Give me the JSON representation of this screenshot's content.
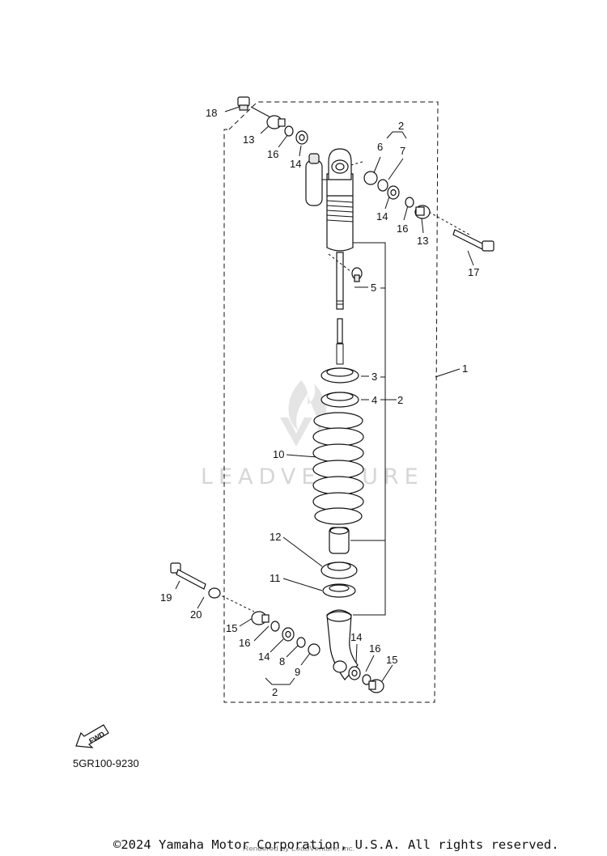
{
  "callouts": [
    {
      "id": "c18",
      "label": "18"
    },
    {
      "id": "c13a",
      "label": "13"
    },
    {
      "id": "c16a",
      "label": "16"
    },
    {
      "id": "c14a",
      "label": "14"
    },
    {
      "id": "c2a",
      "label": "2"
    },
    {
      "id": "c6",
      "label": "6"
    },
    {
      "id": "c7",
      "label": "7"
    },
    {
      "id": "c14b",
      "label": "14"
    },
    {
      "id": "c16b",
      "label": "16"
    },
    {
      "id": "c13b",
      "label": "13"
    },
    {
      "id": "c17",
      "label": "17"
    },
    {
      "id": "c5",
      "label": "5"
    },
    {
      "id": "c1",
      "label": "1"
    },
    {
      "id": "c3",
      "label": "3"
    },
    {
      "id": "c4",
      "label": "4"
    },
    {
      "id": "c2b",
      "label": "2"
    },
    {
      "id": "c10",
      "label": "10"
    },
    {
      "id": "c12",
      "label": "12"
    },
    {
      "id": "c11",
      "label": "11"
    },
    {
      "id": "c19",
      "label": "19"
    },
    {
      "id": "c20",
      "label": "20"
    },
    {
      "id": "c15a",
      "label": "15"
    },
    {
      "id": "c16c",
      "label": "16"
    },
    {
      "id": "c14c",
      "label": "14"
    },
    {
      "id": "c8",
      "label": "8"
    },
    {
      "id": "c9",
      "label": "9"
    },
    {
      "id": "c2c",
      "label": "2"
    },
    {
      "id": "c14d",
      "label": "14"
    },
    {
      "id": "c16d",
      "label": "16"
    },
    {
      "id": "c15b",
      "label": "15"
    }
  ],
  "fwd_label": "FWD",
  "watermark": "LEADVENTURE",
  "catalog_code": "5GR100-9230",
  "copyright": "©2024 Yamaha Motor Corporation, U.S.A. All rights reserved.",
  "rendered_by": "Rendered by LeadVenture, Inc."
}
